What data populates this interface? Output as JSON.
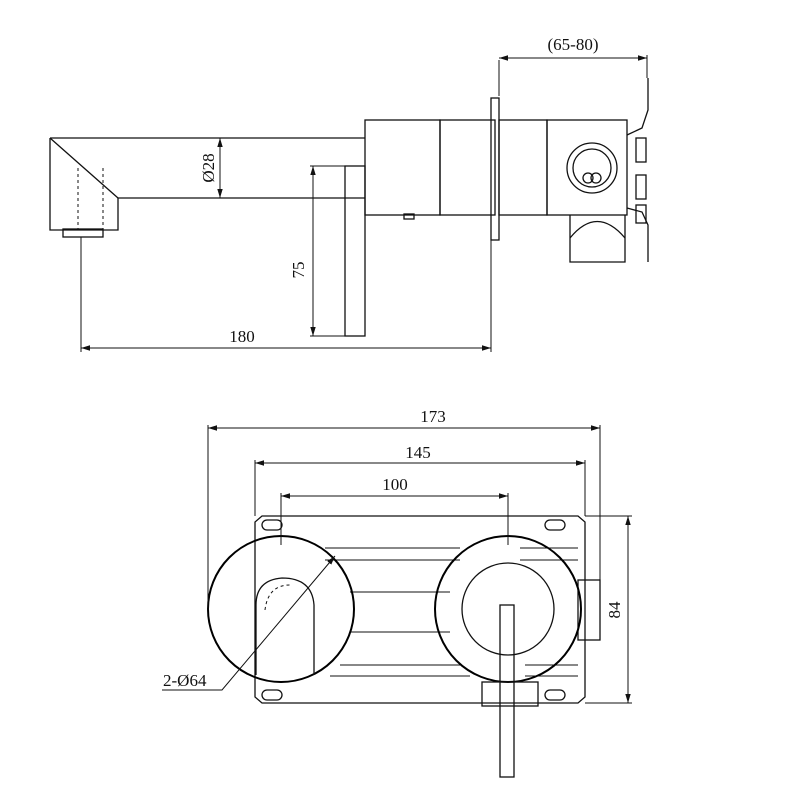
{
  "side_view": {
    "dim_mount_depth": "(65-80)",
    "dim_spout_diameter": "Ø28",
    "dim_spout_height": "75",
    "dim_spout_reach": "180"
  },
  "front_view": {
    "dim_overall_width": "173",
    "dim_plate_width": "145",
    "dim_center_distance": "100",
    "dim_plate_height": "84",
    "dim_cover_diameter": "2-Ø64"
  }
}
